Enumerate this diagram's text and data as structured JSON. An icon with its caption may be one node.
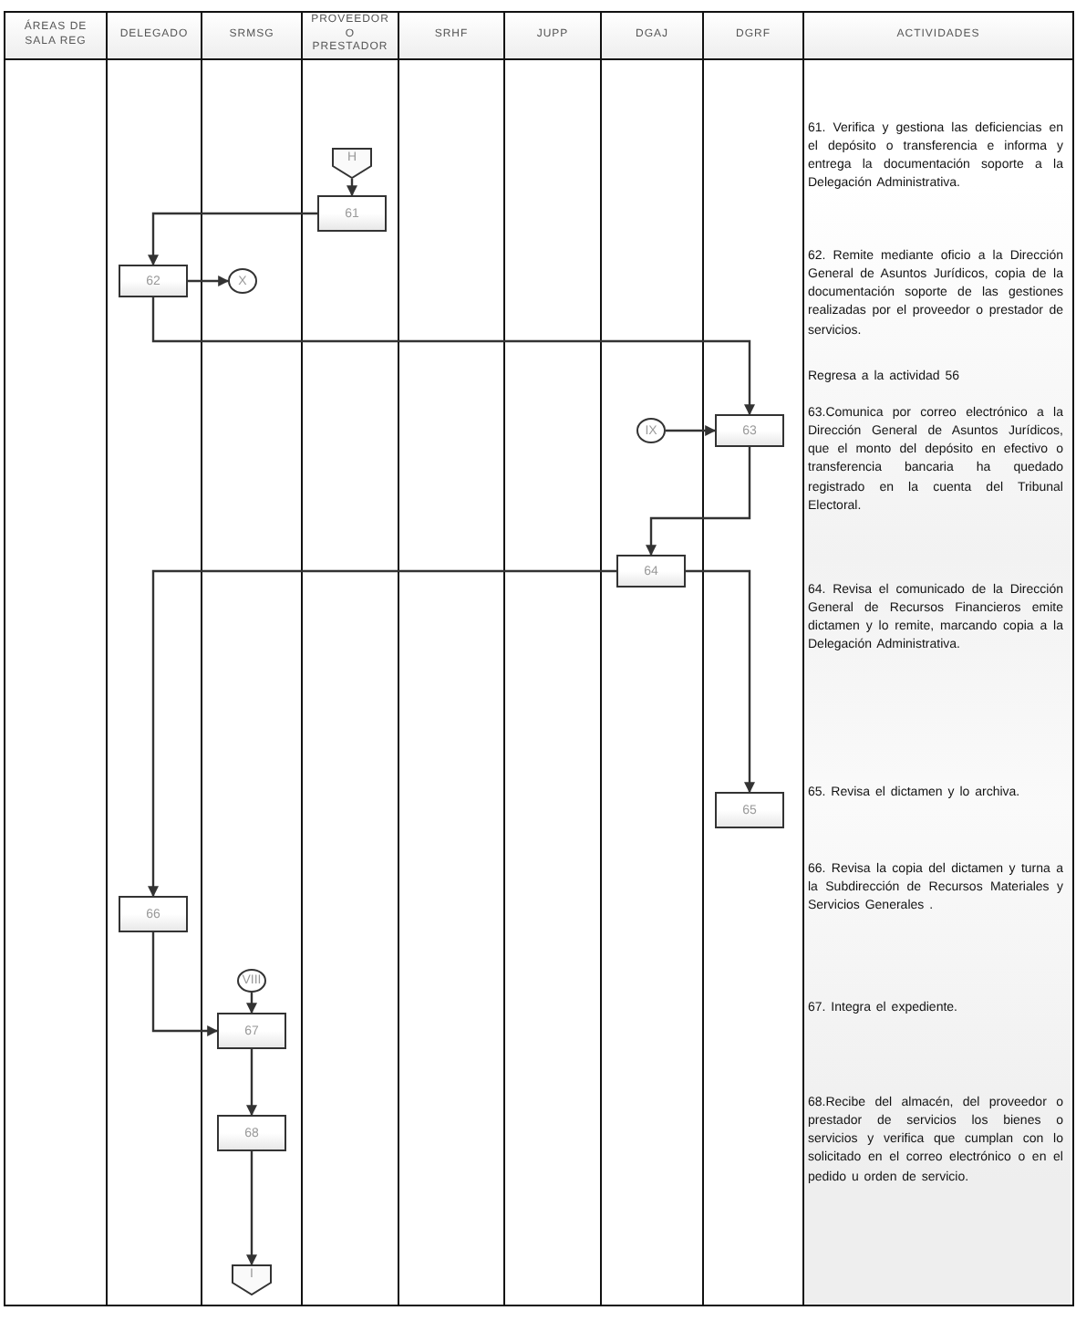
{
  "diagram": {
    "nodes": [
      {
        "text": [
          "ÁREAS DE SALA REG"
        ]
      },
      {
        "text": [
          "DELEGADO"
        ]
      },
      {
        "text": [
          "SRMSG"
        ]
      },
      {
        "text": [
          "PROVEEDOR O PRESTADOR"
        ]
      },
      {
        "text": [
          "SRHF"
        ]
      },
      {
        "text": [
          "JUPP"
        ]
      },
      {
        "text": [
          "DGAJ"
        ]
      },
      {
        "text": [
          "DGRF"
        ]
      },
      {
        "text": [
          "ACTIVIDADES"
        ]
      },
      {
        "text": [
          "H"
        ]
      },
      {
        "text": [
          "61"
        ]
      },
      {
        "text": [
          "62"
        ]
      },
      {
        "text": [
          "X"
        ]
      },
      {
        "text": [
          "IX"
        ]
      },
      {
        "text": [
          "63"
        ]
      },
      {
        "text": [
          "64"
        ]
      },
      {
        "text": [
          "65"
        ]
      },
      {
        "text": [
          "66"
        ]
      },
      {
        "text": [
          "VIII"
        ]
      },
      {
        "text": [
          "67"
        ]
      },
      {
        "text": [
          "68"
        ]
      },
      {
        "text": [
          "I"
        ]
      }
    ],
    "edges": [
      {
        "from": 9,
        "to": 10,
        "arrow": "to"
      },
      {
        "from": 10,
        "to": 11,
        "arrow": "to"
      },
      {
        "from": 11,
        "to": 12,
        "arrow": "to"
      },
      {
        "from": 11,
        "to": 14,
        "arrow": "to"
      },
      {
        "from": 13,
        "to": 14,
        "arrow": "to"
      },
      {
        "from": 14,
        "to": 15,
        "arrow": "to"
      },
      {
        "from": 15,
        "to": 17,
        "arrow": "to"
      },
      {
        "from": 15,
        "to": 16,
        "arrow": "to"
      },
      {
        "from": 17,
        "to": 19,
        "arrow": "to"
      },
      {
        "from": 18,
        "to": 19,
        "arrow": "to"
      },
      {
        "from": 19,
        "to": 20,
        "arrow": "to"
      },
      {
        "from": 20,
        "to": 21,
        "arrow": "to"
      }
    ],
    "labels": [
      "61. Verifica y gestiona las deficiencias en el depósito o transferencia e informa y entrega la documentación soporte a la Delegación Administrativa.",
      "62. Remite mediante oficio a la Dirección General de Asuntos Jurídicos, copia de la documentación soporte de las gestiones realizadas por el proveedor o prestador de servicios.",
      "Regresa a la actividad 56",
      "63.Comunica por correo electrónico a la Dirección General de Asuntos Jurídicos, que el monto del depósito en efectivo o transferencia bancaria ha quedado registrado en la cuenta del Tribunal Electoral.",
      "64. Revisa el comunicado de la Dirección General de Recursos Financieros emite dictamen y lo remite, marcando copia a la Delegación Administrativa.",
      "65. Revisa el dictamen y lo archiva.",
      "66. Revisa la copia del dictamen y turna a la Subdirección de Recursos Materiales y Servicios Generales .",
      "67. Integra el expediente.",
      "68.Recibe del almacén, del proveedor o prestador de servicios los bienes o servicios y verifica que cumplan con lo solicitado en el correo electrónico o en el pedido u orden de servicio."
    ]
  }
}
